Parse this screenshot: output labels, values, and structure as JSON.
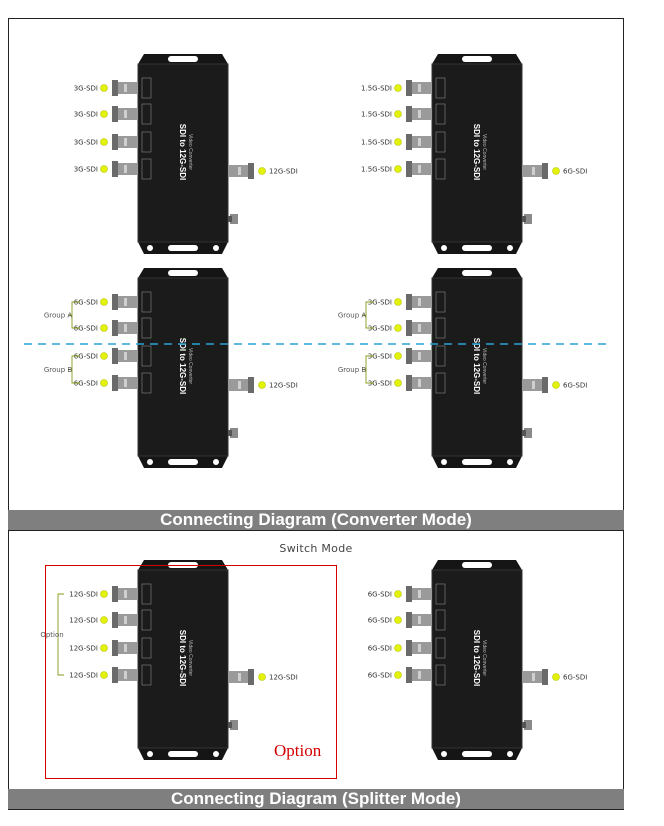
{
  "colors": {
    "accent_dot": "#e2f20a",
    "dash_line": "#29a3d6",
    "banner_bg": "#7f7f7f",
    "option_red": "#d40000",
    "device_body": "#1b1b1b"
  },
  "device": {
    "name": "SDI to 12G-SDI",
    "subname": "Video Converter"
  },
  "section_converter": {
    "banner": "Connecting Diagram (Converter Mode)"
  },
  "section_splitter": {
    "banner": "Connecting Diagram (Splitter Mode)",
    "switch_mode": "Switch Mode",
    "option_box_label": "Option",
    "option_bracket_label": "Option"
  },
  "diagrams": [
    {
      "id": "c1",
      "inputs": [
        "3G-SDI",
        "3G-SDI",
        "3G-SDI",
        "3G-SDI"
      ],
      "output": "12G-SDI"
    },
    {
      "id": "c2",
      "inputs": [
        "1.5G-SDI",
        "1.5G-SDI",
        "1.5G-SDI",
        "1.5G-SDI"
      ],
      "output": "6G-SDI"
    },
    {
      "id": "c3",
      "inputs": [
        "6G-SDI",
        "6G-SDI",
        "6G-SDI",
        "6G-SDI"
      ],
      "output": "12G-SDI",
      "groups": [
        "Group A",
        "Group B"
      ]
    },
    {
      "id": "c4",
      "inputs": [
        "3G-SDI",
        "3G-SDI",
        "3G-SDI",
        "3G-SDI"
      ],
      "output": "6G-SDI",
      "groups": [
        "Group A",
        "Group B"
      ]
    },
    {
      "id": "s1",
      "inputs": [
        "12G-SDI",
        "12G-SDI",
        "12G-SDI",
        "12G-SDI"
      ],
      "output": "12G-SDI"
    },
    {
      "id": "s2",
      "inputs": [
        "6G-SDI",
        "6G-SDI",
        "6G-SDI",
        "6G-SDI"
      ],
      "output": "6G-SDI"
    }
  ]
}
